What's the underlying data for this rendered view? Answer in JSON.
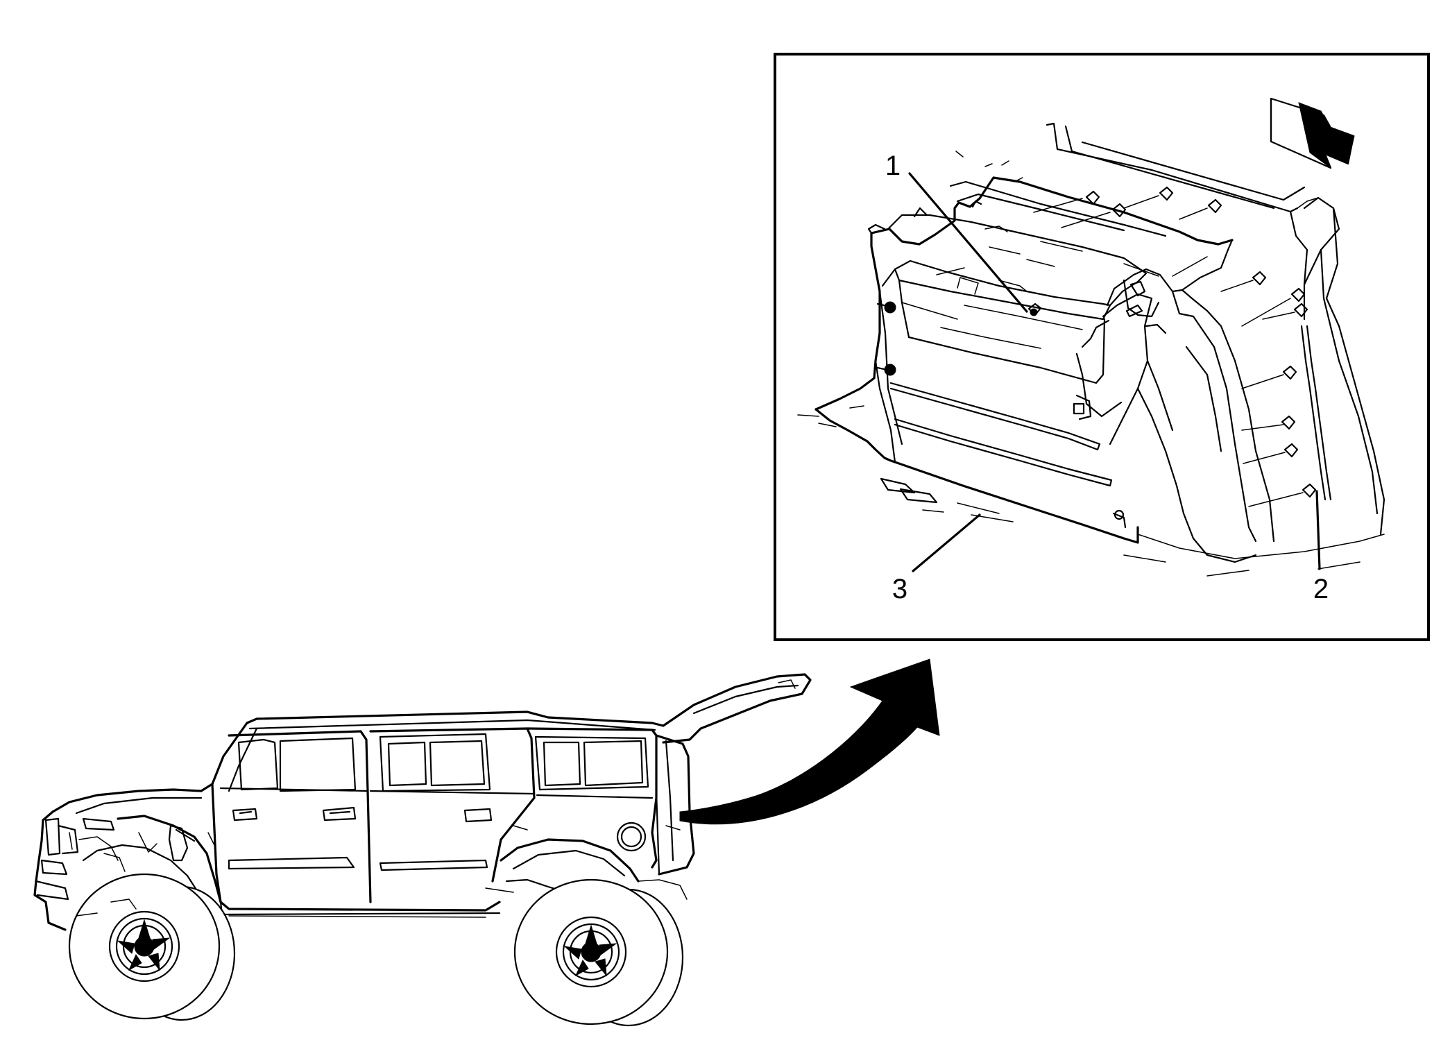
{
  "callouts": [
    {
      "id": "1",
      "label": "1"
    },
    {
      "id": "2",
      "label": "2"
    },
    {
      "id": "3",
      "label": "3"
    }
  ],
  "colors": {
    "ink": "#000000",
    "paper": "#ffffff"
  },
  "icons": {
    "view_direction": "view-direction-arrow-icon",
    "detail_pointer": "detail-pointer-arrow-icon"
  }
}
